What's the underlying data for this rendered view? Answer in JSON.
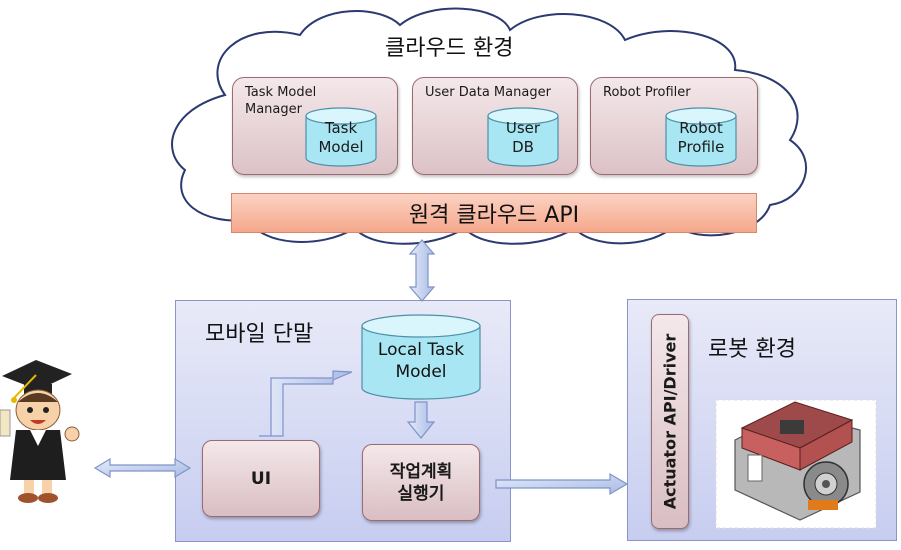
{
  "cloud": {
    "title": "클라우드 환경",
    "api_label": "원격 클라우드 API",
    "managers": [
      {
        "label_line1": "Task Model",
        "label_line2": "Manager",
        "db_line1": "Task",
        "db_line2": "Model"
      },
      {
        "label_line1": "User Data Manager",
        "label_line2": "",
        "db_line1": "User",
        "db_line2": "DB"
      },
      {
        "label_line1": "Robot Profiler",
        "label_line2": "",
        "db_line1": "Robot",
        "db_line2": "Profile"
      }
    ]
  },
  "mobile": {
    "title": "모바일 단말",
    "db_line1": "Local Task",
    "db_line2": "Model",
    "ui_label": "UI",
    "executor_line1": "작업계획",
    "executor_line2": "실행기"
  },
  "robot": {
    "title": "로봇 환경",
    "driver_label": "Actuator API/Driver"
  },
  "colors": {
    "cloud_fill": "#ffffff",
    "cloud_stroke": "#2c3a70",
    "api_bar": "#f7b7a0",
    "manager_fill": "#e6d3d6",
    "cylinder_fill": "#b9ecf6",
    "panel_fill": "#d4d9f3",
    "arrow_fill": "#b7c6ea"
  }
}
